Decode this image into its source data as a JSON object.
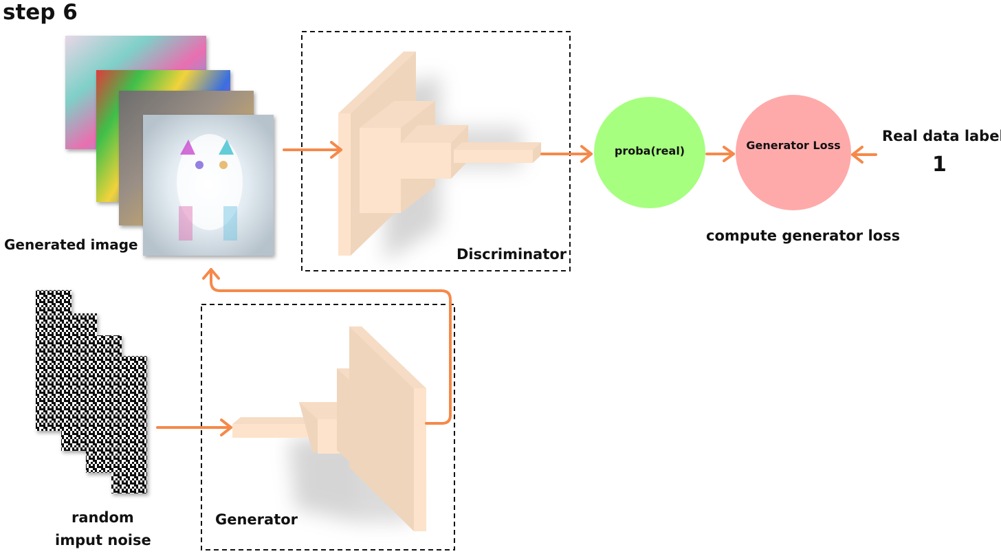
{
  "title": "step 6",
  "labels": {
    "generated_image": "Generated image",
    "discriminator": "Discriminator",
    "generator": "Generator",
    "noise_line1": "random",
    "noise_line2": "imput noise",
    "real_label_text": "Real data label",
    "real_label_value": "1",
    "loss_caption": "compute generator loss"
  },
  "nodes": {
    "proba": {
      "label": "proba(real)",
      "color": "#a6ff7f"
    },
    "loss": {
      "label": "Generator Loss",
      "color": "#ffaaaa"
    }
  },
  "colors": {
    "arrow": "#f5894a",
    "layer_front": "#fde3cb",
    "layer_side": "#efd5bc",
    "layer_top": "#f6dcc4",
    "box_border": "#111111"
  },
  "icons": {
    "generated_images": "stacked-noisy-cat-images",
    "noise_samples": "stacked-random-noise-images"
  }
}
